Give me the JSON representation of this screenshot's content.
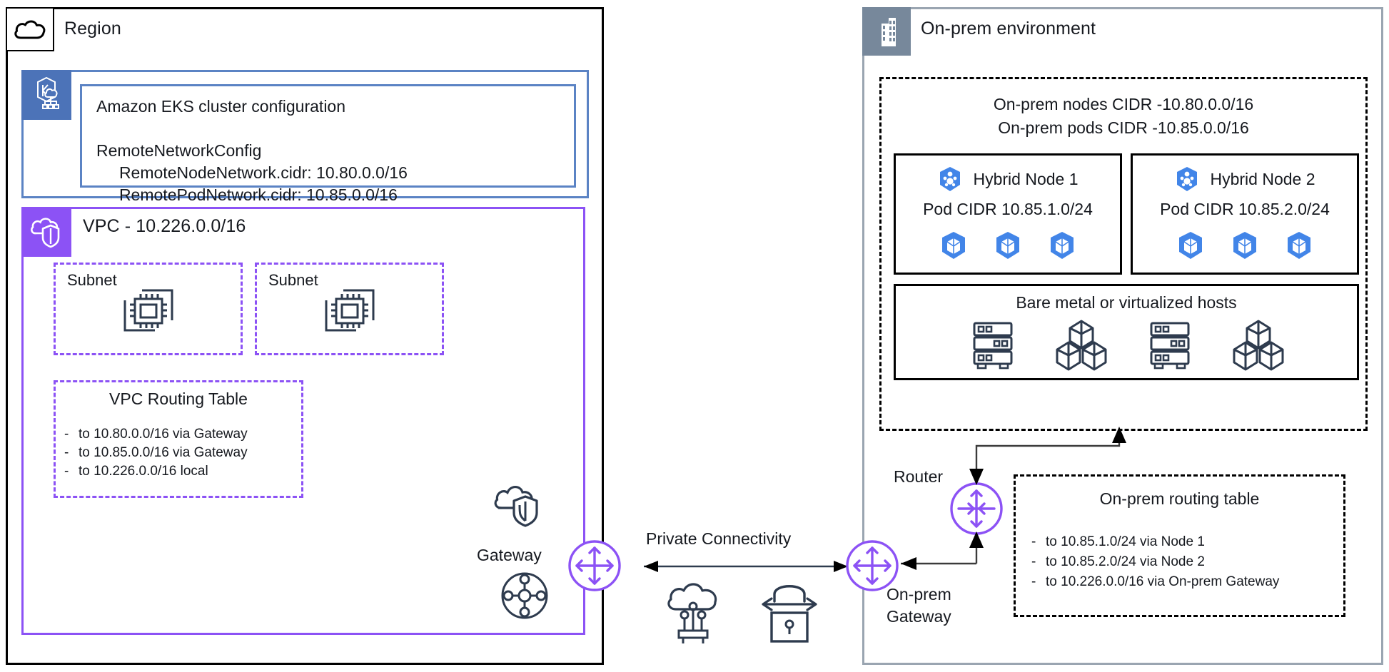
{
  "region": {
    "label": "Region",
    "icon": "cloud-region-icon"
  },
  "eks": {
    "icon": "amazon-eks-icon",
    "body": "Amazon EKS cluster configuration\n\nRemoteNetworkConfig\n     RemoteNodeNetwork.cidr: 10.80.0.0/16\n     RemotePodNetwork.cidr: 10.85.0.0/16"
  },
  "vpc": {
    "icon": "vpc-icon",
    "label": "VPC - 10.226.0.0/16",
    "subnets": [
      {
        "label": "Subnet",
        "icon": "ec2-instances-icon"
      },
      {
        "label": "Subnet",
        "icon": "ec2-instances-icon"
      }
    ],
    "routing_table": {
      "title": "VPC Routing Table",
      "entries": [
        "to 10.80.0.0/16 via Gateway",
        "to 10.85.0.0/16 via Gateway",
        "to 10.226.0.0/16 local"
      ],
      "bullet": "-"
    }
  },
  "gateway": {
    "label": "Gateway",
    "cloud_shield_icon": "cloud-shield-icon",
    "mesh_icon": "transit-gateway-icon",
    "node_icon": "gateway-node-icon"
  },
  "connectivity": {
    "label": "Private Connectivity",
    "direct_connect_icon": "direct-connect-icon",
    "vpn_icon": "vpn-lock-icon",
    "arrow_icon": "double-arrow-icon"
  },
  "onprem": {
    "label": "On-prem environment",
    "icon": "building-icon",
    "cidrs": [
      "On-prem nodes CIDR -10.80.0.0/16",
      "On-prem pods CIDR -10.85.0.0/16"
    ],
    "nodes": [
      {
        "title": "Hybrid Node 1",
        "cidr": "Pod CIDR 10.85.1.0/24",
        "icon": "kubernetes-node-icon",
        "pods": [
          "pod-icon",
          "pod-icon",
          "pod-icon"
        ]
      },
      {
        "title": "Hybrid Node 2",
        "cidr": "Pod CIDR 10.85.2.0/24",
        "icon": "kubernetes-node-icon",
        "pods": [
          "pod-icon",
          "pod-icon",
          "pod-icon"
        ]
      }
    ],
    "hosts": {
      "title": "Bare metal or virtualized hosts",
      "icons": [
        "server-rack-icon",
        "vm-cubes-icon",
        "server-rack-icon",
        "vm-cubes-icon"
      ]
    },
    "router": {
      "label": "Router",
      "icon": "router-node-icon"
    },
    "gateway": {
      "label": "On-prem\nGateway",
      "icon": "gateway-node-icon"
    },
    "routing_table": {
      "title": "On-prem routing table",
      "entries": [
        "to 10.85.1.0/24 via Node 1",
        "to 10.85.2.0/24 via Node 2",
        "to 10.226.0.0/16 via On-prem Gateway"
      ],
      "bullet": "-"
    }
  },
  "colors": {
    "aws_purple": "#8C52F5",
    "eks_blue": "#4C73B8",
    "eks_border": "#5B83C4",
    "onprem_gray": "#77889B",
    "onprem_border": "#9AA5B1",
    "ink": "#232F3E"
  }
}
